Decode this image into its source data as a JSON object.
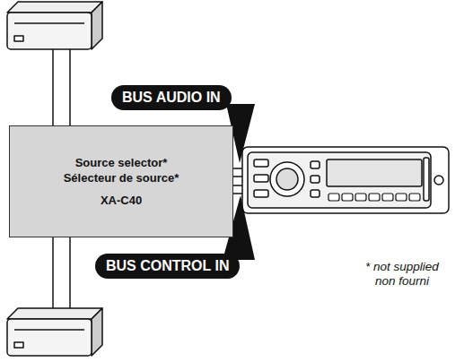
{
  "diagram": {
    "nodes": [
      {
        "text": [
          "Source selector*",
          "Sélecteur de source*",
          "XA-C40"
        ]
      }
    ],
    "labels": [
      "BUS AUDIO IN",
      "BUS CONTROL IN",
      "* not supplied",
      "non fourni"
    ]
  }
}
